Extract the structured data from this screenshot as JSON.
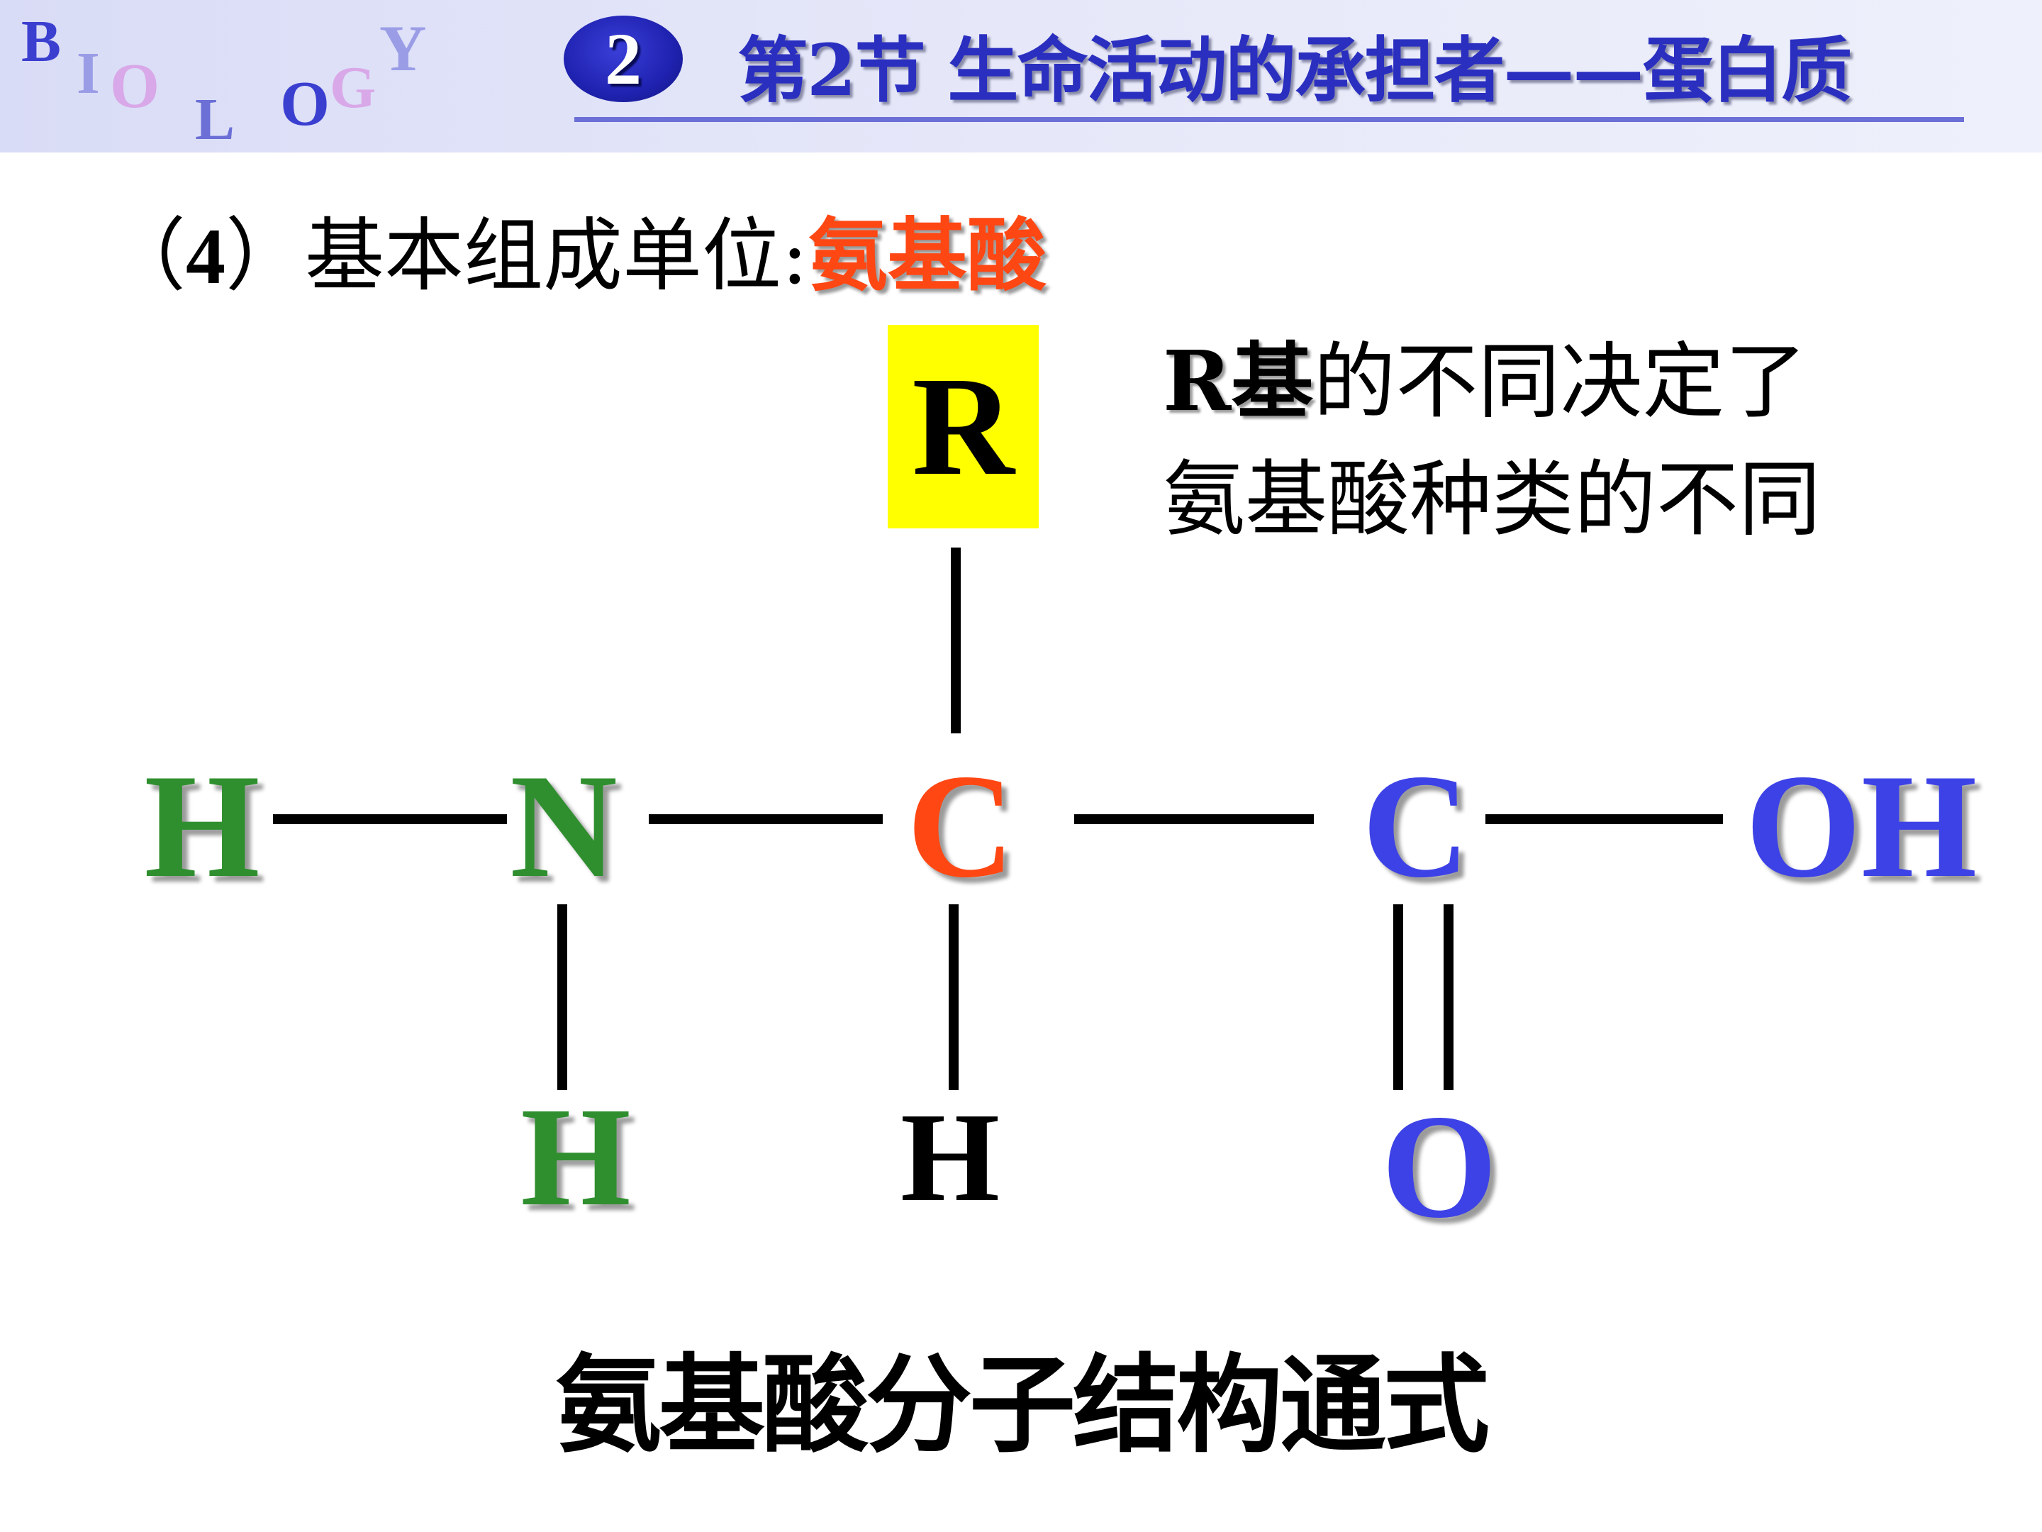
{
  "header": {
    "logo_letters": [
      "B",
      "I",
      "O",
      "L",
      "O",
      "G",
      "Y"
    ],
    "section_number": "2",
    "section_title": "第2节 生命活动的承担者——蛋白质"
  },
  "subtitle": {
    "prefix": "（",
    "number": "4",
    "middle": "）基本组成单位:",
    "highlight": "氨基酸"
  },
  "r_group": {
    "label": "R"
  },
  "note": {
    "bold": "R基",
    "line1_rest": "的不同决定了",
    "line2": "氨基酸种类的不同"
  },
  "structure": {
    "atoms": {
      "h_left": "H",
      "n": "N",
      "c_alpha": "C",
      "c_carboxyl": "C",
      "oh": "OH",
      "h_amino": "H",
      "h_alpha": "H",
      "o_carbonyl": "O"
    }
  },
  "caption": "氨基酸分子结构通式",
  "colors": {
    "green": "#2f8f2f",
    "red": "#ff4713",
    "blue": "#3d42e6",
    "black": "#000000",
    "r_box": "#ffff00"
  }
}
